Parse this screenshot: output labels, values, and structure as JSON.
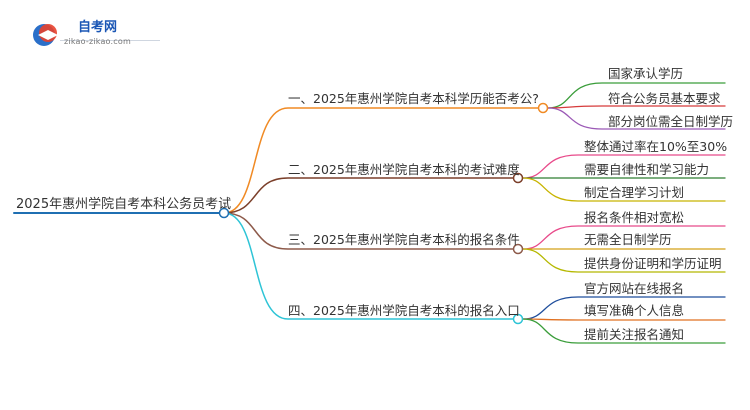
{
  "logo": {
    "name": "自考网",
    "url": "zikao-zikao.com",
    "icon": "graduation-cap-icon"
  },
  "root": {
    "label": "2025年惠州学院自考本科公务员考试",
    "color": "#1f6fb2"
  },
  "branches": [
    {
      "label": "一、2025年惠州学院自考本科学历能否考公?",
      "color": "#f08a24",
      "leaves": [
        {
          "label": "国家承认学历",
          "color": "#3a9d3a"
        },
        {
          "label": "符合公务员基本要求",
          "color": "#d63b3b"
        },
        {
          "label": "部分岗位需全日制学历",
          "color": "#9b59b6"
        }
      ]
    },
    {
      "label": "二、2025年惠州学院自考本科的考试难度",
      "color": "#7b3f2a",
      "leaves": [
        {
          "label": "整体通过率在10%至30%",
          "color": "#e84a8a"
        },
        {
          "label": "需要自律性和学习能力",
          "color": "#2e7d32"
        },
        {
          "label": "制定合理学习计划",
          "color": "#c8b400"
        }
      ]
    },
    {
      "label": "三、2025年惠州学院自考本科的报名条件",
      "color": "#8d5a4a",
      "leaves": [
        {
          "label": "报名条件相对宽松",
          "color": "#e84a8a"
        },
        {
          "label": "无需全日制学历",
          "color": "#d4a017"
        },
        {
          "label": "提供身份证明和学历证明",
          "color": "#b5b800"
        }
      ]
    },
    {
      "label": "四、2025年惠州学院自考本科的报名入口",
      "color": "#2ec4d6",
      "leaves": [
        {
          "label": "官方网站在线报名",
          "color": "#1f4e9c"
        },
        {
          "label": "填写准确个人信息",
          "color": "#e07020"
        },
        {
          "label": "提前关注报名通知",
          "color": "#3a9d3a"
        }
      ]
    }
  ]
}
